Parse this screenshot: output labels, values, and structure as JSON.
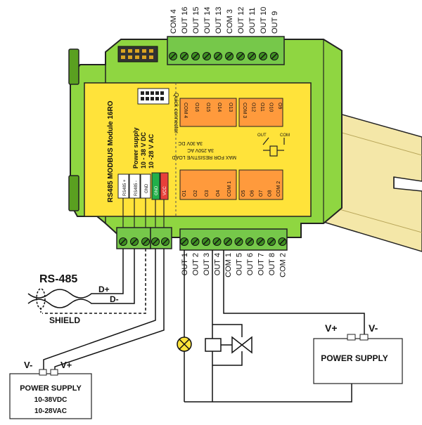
{
  "colors": {
    "housing": "#8fd641",
    "housing_dark": "#5aa020",
    "panel": "#ffe33a",
    "relay_block": "#ff9a3c",
    "terminal": "#76c84a",
    "rail": "#f4e7a8",
    "rail_dark": "#b9a65a",
    "wire": "#111111",
    "gnd_block": "#22b04a",
    "vcc_block": "#e8403a",
    "lamp": "#ffe33a"
  },
  "module": {
    "title": "RS485 MODBUS Module 16RO",
    "power_supply_label": "Power supply",
    "power_dc": "10 - 38 V DC",
    "power_ac": "10 -28 V AC",
    "quick_connector": "Quick connector",
    "rs485_plus": "RS485 +",
    "rs485_minus": "RS485 -",
    "gnd": "GND",
    "gnd_block": "GND",
    "vcc_block": "VCC",
    "max_load_1": "MAX FOR RESISTIVE LOAD",
    "max_load_2": "3A 250V AC",
    "max_load_3": "3A 30V DC",
    "relay_out": "OUT",
    "relay_com": "COM",
    "block_top_left": [
      "COM 4",
      "O16",
      "O15",
      "O14",
      "O13"
    ],
    "block_top_right": [
      "COM 3",
      "O12",
      "O11",
      "O10",
      "O9"
    ],
    "block_bottom_left": [
      "O1",
      "O2",
      "O3",
      "O4",
      "COM 1"
    ],
    "block_bottom_right": [
      "O5",
      "O6",
      "O7",
      "O8",
      "COM 2"
    ]
  },
  "top_terminals": [
    "COM 4",
    "OUT 16",
    "OUT 15",
    "OUT 14",
    "OUT 13",
    "COM 3",
    "OUT 12",
    "OUT 11",
    "OUT 10",
    "OUT 9"
  ],
  "bottom_terminals": [
    "OUT 1",
    "OUT 2",
    "OUT 3",
    "OUT 4",
    "COM 1",
    "OUT 5",
    "OUT 6",
    "OUT 7",
    "OUT 8",
    "COM 2"
  ],
  "rs485": {
    "title": "RS-485",
    "d_plus": "D+",
    "d_minus": "D-",
    "shield": "SHIELD"
  },
  "left_supply": {
    "v_minus": "V-",
    "v_plus": "V+",
    "line1": "POWER SUPPLY",
    "line2": "10-38VDC",
    "line3": "10-28VAC"
  },
  "right_supply": {
    "v_plus": "V+",
    "v_minus": "V-",
    "label": "POWER SUPPLY"
  }
}
